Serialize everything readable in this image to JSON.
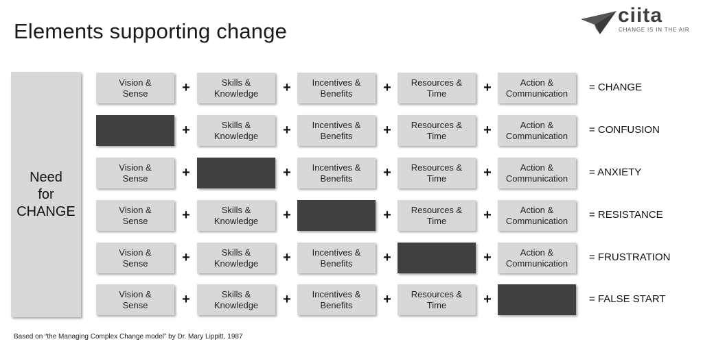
{
  "title": "Elements supporting change",
  "logo": {
    "word": "ciita",
    "tagline": "CHANGE IS IN THE AIR"
  },
  "need": {
    "lines": [
      "Need",
      "for",
      "CHANGE"
    ]
  },
  "plus_sign": "+",
  "elements": [
    {
      "line1": "Vision &",
      "line2": "Sense"
    },
    {
      "line1": "Skills &",
      "line2": "Knowledge"
    },
    {
      "line1": "Incentives &",
      "line2": "Benefits"
    },
    {
      "line1": "Resources &",
      "line2": "Time"
    },
    {
      "line1": "Action &",
      "line2": "Communication"
    }
  ],
  "rows": [
    {
      "result": "= CHANGE",
      "missing": null
    },
    {
      "result": "= CONFUSION",
      "missing": 0
    },
    {
      "result": "= ANXIETY",
      "missing": 1
    },
    {
      "result": "= RESISTANCE",
      "missing": 2
    },
    {
      "result": "= FRUSTRATION",
      "missing": 3
    },
    {
      "result": "= FALSE START",
      "missing": 4
    }
  ],
  "footnote": "Based on “the Managing Complex Change model” by Dr. Mary Lippitt, 1987",
  "colors": {
    "box_light": "#d8d8d8",
    "box_dark": "#404040",
    "text": "#222222"
  }
}
